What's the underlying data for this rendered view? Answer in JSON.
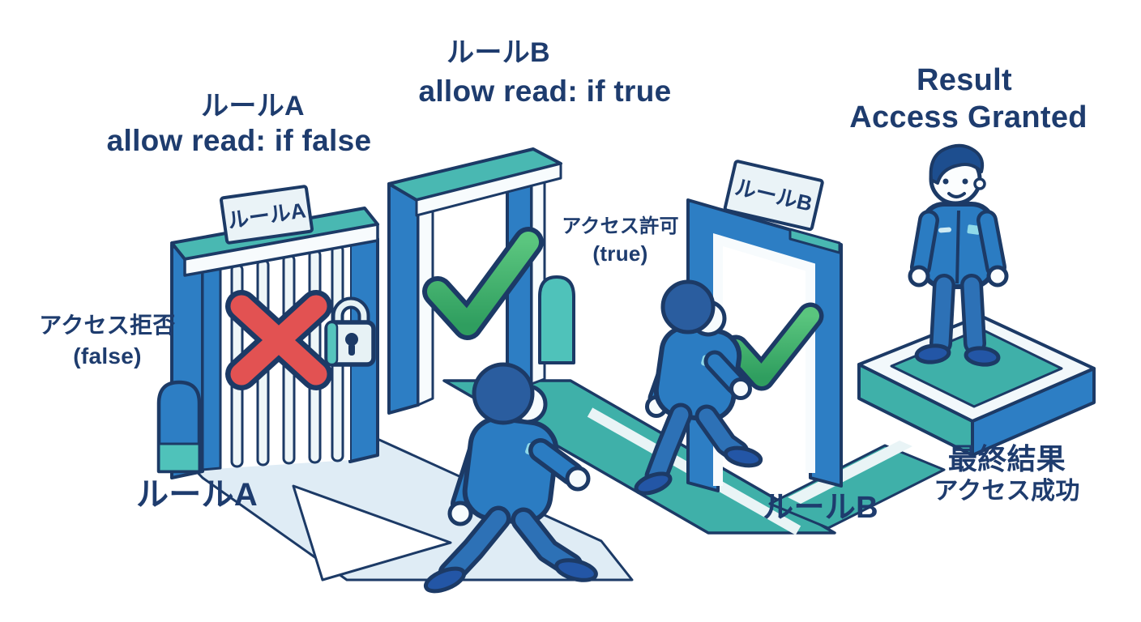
{
  "scene": {
    "background": "#ffffff",
    "headings": {
      "rule_a_title": "ルールA",
      "rule_a_subtitle": "allow read: if false",
      "rule_b_title": "ルールB",
      "rule_b_subtitle": "allow read: if true",
      "result_title": "Result",
      "result_subtitle": "Access Granted"
    },
    "labels": {
      "access_denied": "アクセス拒否",
      "access_denied_value": "(false)",
      "access_granted": "アクセス許可",
      "access_granted_value": "(true)",
      "gate_a_caption": "ルールA",
      "gate_b_caption": "ルールB",
      "final_result_title": "最終結果",
      "final_result_subtitle": "アクセス成功",
      "gate_a_plaque": "ルールA",
      "gate_b_plaque": "ルールB"
    },
    "icons": {
      "denied": "x-icon",
      "allowed": "check-icon",
      "lock": "lock-icon"
    },
    "colors": {
      "text_navy": "#1e3c6e",
      "outline_navy": "#1c3a66",
      "blue": "#2d7ec4",
      "pants_blue": "#2d71b6",
      "hair_blue": "#2a5d9f",
      "teal": "#3fb0a9",
      "teal_light": "#4fc2ba",
      "teal_top": "#49b8b2",
      "green_check": "#3fb068",
      "red_x": "#e25252",
      "pale_path": "#dfecf5",
      "plaque_bg": "#eaf3f7",
      "light_fill": "#f7fbfd",
      "badge_blue": "#8fd9e9"
    }
  }
}
